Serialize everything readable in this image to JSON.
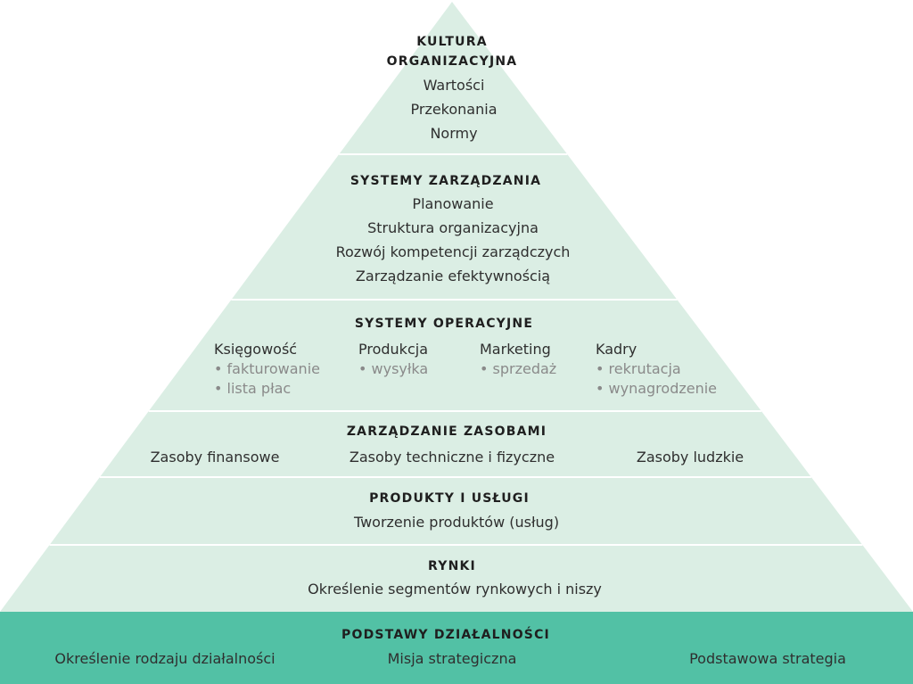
{
  "colors": {
    "pyramid_fill": "#dbeee4",
    "base_fill": "#52c1a5",
    "separator": "#ffffff",
    "text": "#2b2b2b",
    "muted_text": "#8a8a8a"
  },
  "levels": {
    "kultura": {
      "title_line1": "KULTURA",
      "title_line2": "ORGANIZACYJNA",
      "items": [
        "Wartości",
        "Przekonania",
        "Normy"
      ]
    },
    "systemy_zarzadzania": {
      "title": "SYSTEMY ZARZĄDZANIA",
      "items": [
        "Planowanie",
        "Struktura organizacyjna",
        "Rozwój kompetencji zarządczych",
        "Zarządzanie efektywnością"
      ]
    },
    "systemy_operacyjne": {
      "title": "SYSTEMY OPERACYJNE",
      "columns": [
        {
          "name": "Księgowość",
          "subitems": [
            "• fakturowanie",
            "• lista płac"
          ]
        },
        {
          "name": "Produkcja",
          "subitems": [
            "• wysyłka"
          ]
        },
        {
          "name": "Marketing",
          "subitems": [
            "• sprzedaż"
          ]
        },
        {
          "name": "Kadry",
          "subitems": [
            "• rekrutacja",
            "• wynagrodzenie"
          ]
        }
      ]
    },
    "zasoby": {
      "title": "ZARZĄDZANIE ZASOBAMI",
      "items": [
        "Zasoby finansowe",
        "Zasoby techniczne i fizyczne",
        "Zasoby ludzkie"
      ]
    },
    "produkty": {
      "title": "PRODUKTY I USŁUGI",
      "items": [
        "Tworzenie produktów (usług)"
      ]
    },
    "rynki": {
      "title": "RYNKI",
      "items": [
        "Określenie segmentów rynkowych i niszy"
      ]
    },
    "podstawy": {
      "title": "PODSTAWY DZIAŁALNOŚCI",
      "items": [
        "Określenie rodzaju działalności",
        "Misja strategiczna",
        "Podstawowa strategia"
      ]
    }
  }
}
